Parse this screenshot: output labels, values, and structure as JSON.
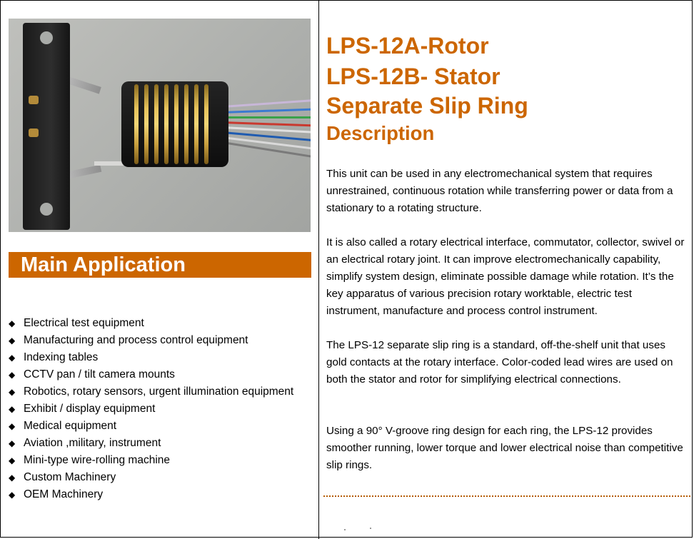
{
  "title_lines": [
    "LPS-12A-Rotor",
    "LPS-12B- Stator",
    "Separate Slip Ring"
  ],
  "description_heading": "Description",
  "paragraphs": [
    "This unit can be used in any electromechanical system that requires unrestrained, continuous rotation while transferring power or data from a stationary to a rotating structure.",
    "It is also called a rotary electrical interface, commutator, collector, swivel or an electrical rotary joint. It can improve electromechanically capability, simplify system design, eliminate possible damage while rotation. It’s the key apparatus of various precision rotary worktable, electric test instrument, manufacture and process control instrument.",
    "The LPS-12 separate slip ring is a standard, off-the-shelf unit that uses gold contacts at the rotary interface. Color-coded lead wires are used on both the stator and rotor for simplifying electrical connections.",
    "Using a 90° V-groove ring design for each ring, the LPS-12 provides smoother running, lower torque and lower electrical noise than competitive slip rings."
  ],
  "main_application": {
    "heading": "Main Application",
    "bullet": "◆",
    "items": [
      "Electrical test equipment",
      "Manufacturing and process control equipment",
      "Indexing tables",
      "CCTV pan / tilt camera mounts",
      "Robotics, rotary sensors, urgent illumination equipment",
      "Exhibit / display equipment",
      "Medical equipment",
      "Aviation ,military, instrument",
      "Mini-type wire-rolling machine",
      "Custom Machinery",
      "OEM Machinery"
    ]
  },
  "colors": {
    "accent": "#cc6600",
    "heading_text": "#ffffff",
    "body_text": "#000000"
  }
}
